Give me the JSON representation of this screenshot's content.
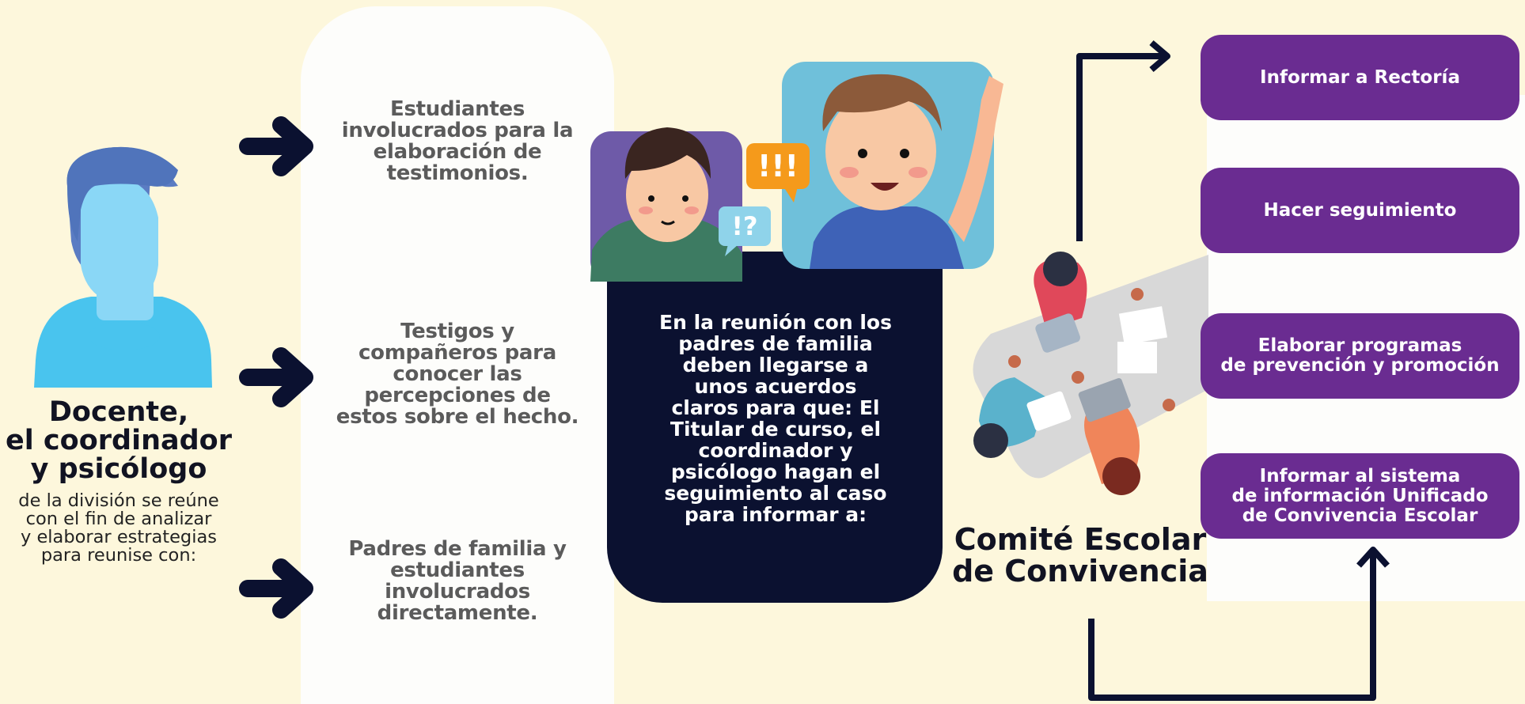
{
  "colors": {
    "background": "#fdf7dc",
    "dark_navy": "#0b1130",
    "purple": "#6a2c91",
    "white_panel": "#fdfdfb",
    "gray_text": "#5b5b5b"
  },
  "person": {
    "icon": "teacher-avatar-icon",
    "title_lines": [
      "Docente,",
      "el coordinador",
      "y psicólogo"
    ],
    "description_lines": [
      "de la división se reúne",
      "con el fin de analizar",
      "y elaborar estrategias",
      "para reunise con:"
    ]
  },
  "groups": [
    {
      "lines": [
        "Estudiantes",
        "involucrados  para la",
        "elaboración de",
        "testimonios."
      ]
    },
    {
      "lines": [
        "Testigos y",
        "compañeros para",
        "conocer las",
        "percepciones de",
        "estos sobre el hecho."
      ]
    },
    {
      "lines": [
        "Padres de familia y",
        "estudiantes",
        "involucrados",
        "directamente."
      ]
    }
  ],
  "meeting": {
    "bubble_1": "!!!",
    "bubble_2": "!?",
    "text_lines": [
      "En la reunión con los",
      "padres de familia",
      "deben llegarse a",
      "unos acuerdos",
      "claros para que: El",
      "Titular de curso, el",
      "coordinador y",
      "psicólogo hagan el",
      "seguimiento al caso",
      "para informar a:"
    ]
  },
  "committee": {
    "icon": "meeting-table-illustration",
    "title_lines": [
      "Comité Escolar",
      "de Convivencia"
    ]
  },
  "actions": [
    {
      "lines": [
        "Informar a Rectoría"
      ]
    },
    {
      "lines": [
        "Hacer seguimiento"
      ]
    },
    {
      "lines": [
        "Elaborar programas",
        "de prevención y promoción"
      ]
    },
    {
      "lines": [
        "Informar al sistema",
        "de información Unificado",
        "de Convivencia Escolar"
      ]
    }
  ]
}
